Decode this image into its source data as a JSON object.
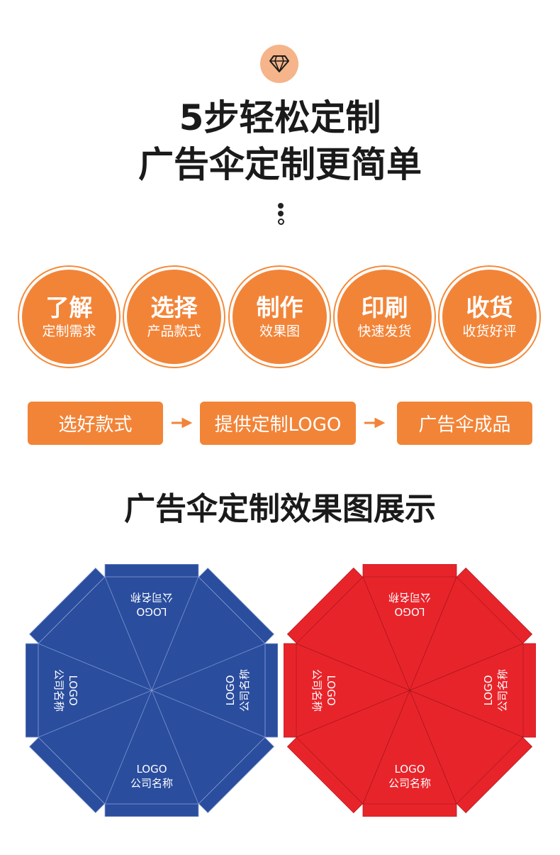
{
  "header": {
    "icon": "diamond-icon",
    "title_line1": "5步轻松定制",
    "title_line2": "广告伞定制更简单"
  },
  "steps": [
    {
      "main": "了解",
      "sub": "定制需求"
    },
    {
      "main": "选择",
      "sub": "产品款式"
    },
    {
      "main": "制作",
      "sub": "效果图"
    },
    {
      "main": "印刷",
      "sub": "快速发货"
    },
    {
      "main": "收货",
      "sub": "收货好评"
    }
  ],
  "flow": [
    "选好款式",
    "提供定制LOGO",
    "广告伞成品"
  ],
  "section_title": "广告伞定制效果图展示",
  "umbrella_text": {
    "logo": "LOGO",
    "company": "公司名称"
  },
  "colors": {
    "accent": "#f28438",
    "badge": "#f5b489",
    "blue": "#2a4d9e",
    "red": "#e8242b"
  }
}
